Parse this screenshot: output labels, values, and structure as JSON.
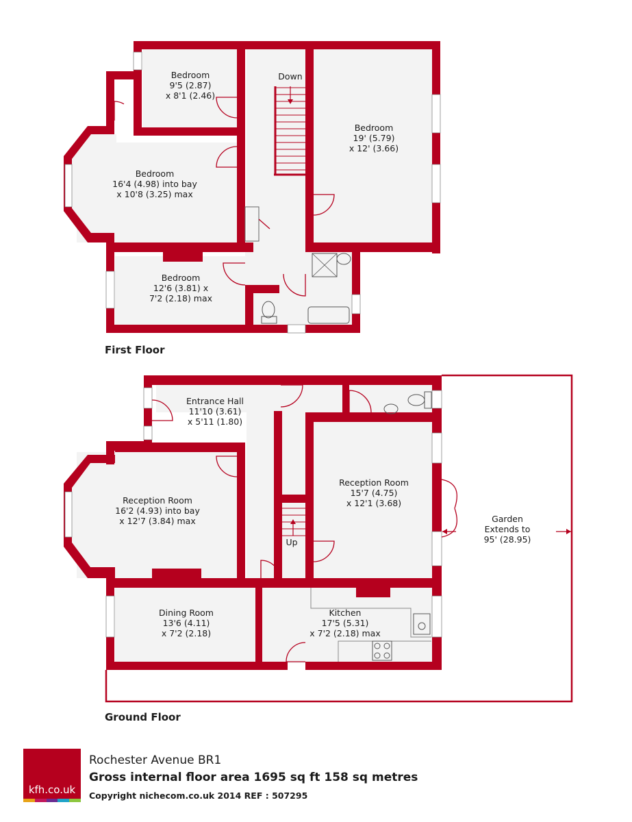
{
  "colors": {
    "wall": "#b5001e",
    "floor": "#f3f3f3",
    "ink": "#1a1a1a"
  },
  "first_floor": {
    "title": "First Floor",
    "stairs_label": "Down",
    "rooms": [
      {
        "id": "bed-small",
        "lines": [
          "Bedroom",
          "9'5 (2.87)",
          "x 8'1 (2.46)"
        ]
      },
      {
        "id": "bed-large",
        "lines": [
          "Bedroom",
          "19' (5.79)",
          "x 12' (3.66)"
        ]
      },
      {
        "id": "bed-bay",
        "lines": [
          "Bedroom",
          "16'4 (4.98) into bay",
          "x 10'8 (3.25) max"
        ]
      },
      {
        "id": "bed-rear",
        "lines": [
          "Bedroom",
          "12'6 (3.81) x",
          "7'2 (2.18) max"
        ]
      }
    ]
  },
  "ground_floor": {
    "title": "Ground Floor",
    "stairs_label": "Up",
    "rooms": [
      {
        "id": "hall",
        "lines": [
          "Entrance Hall",
          "11'10 (3.61)",
          "x 5'11 (1.80)"
        ]
      },
      {
        "id": "reception-bay",
        "lines": [
          "Reception Room",
          "16'2 (4.93) into bay",
          "x 12'7 (3.84) max"
        ]
      },
      {
        "id": "reception-rear",
        "lines": [
          "Reception Room",
          "15'7 (4.75)",
          "x 12'1 (3.68)"
        ]
      },
      {
        "id": "garden",
        "lines": [
          "Garden",
          "Extends to",
          "95' (28.95)"
        ]
      },
      {
        "id": "dining",
        "lines": [
          "Dining Room",
          "13'6 (4.11)",
          "x 7'2 (2.18)"
        ]
      },
      {
        "id": "kitchen",
        "lines": [
          "Kitchen",
          "17'5 (5.31)",
          "x 7'2 (2.18) max"
        ]
      }
    ]
  },
  "logo": {
    "text": "kfh.co.uk",
    "stripe_colors": [
      "#e8a317",
      "#c2185b",
      "#6a2c91",
      "#1fa3c8",
      "#8cc63f"
    ]
  },
  "info": {
    "title": "Rochester Avenue BR1",
    "area": "Gross internal floor area 1695 sq ft 158 sq metres",
    "copyright": "Copyright nichecom.co.uk 2014     REF : 507295"
  }
}
